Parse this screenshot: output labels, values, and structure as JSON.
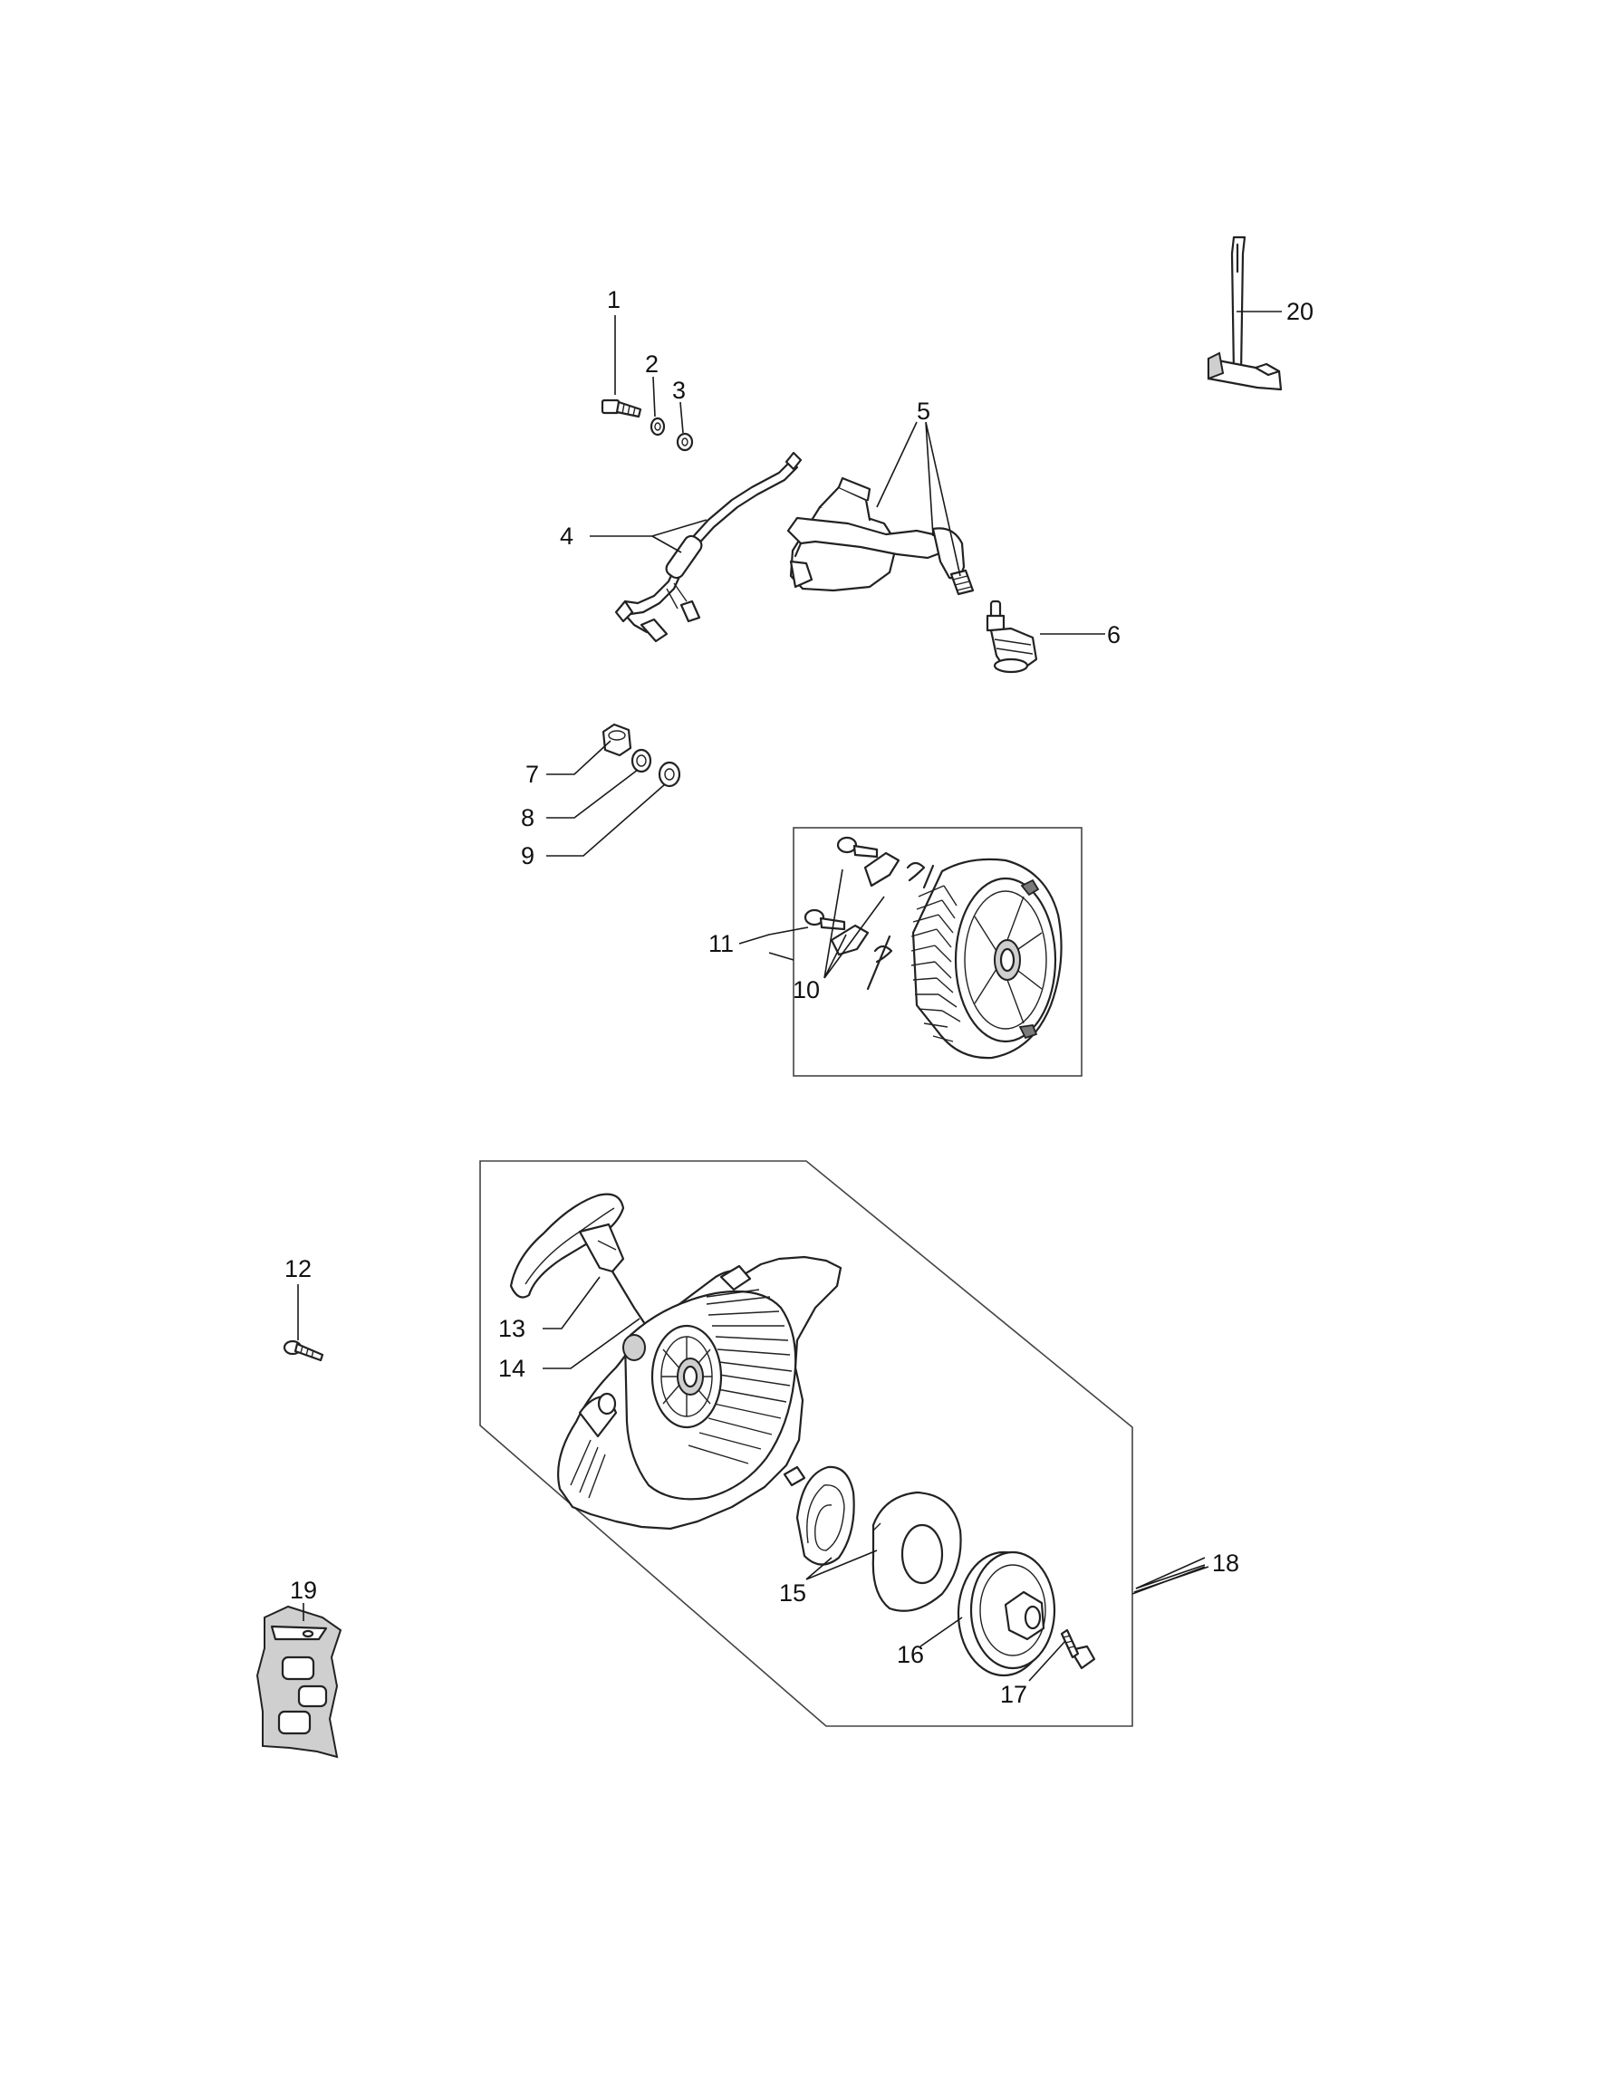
{
  "callouts": {
    "c1": "1",
    "c2": "2",
    "c3": "3",
    "c4": "4",
    "c5": "5",
    "c6": "6",
    "c7": "7",
    "c8": "8",
    "c9": "9",
    "c10": "10",
    "c11": "11",
    "c12": "12",
    "c13": "13",
    "c14": "14",
    "c15": "15",
    "c16": "16",
    "c17": "17",
    "c18": "18",
    "c19": "19",
    "c20": "20"
  },
  "parts": [
    {
      "ref": "1",
      "icon": "bolt-icon"
    },
    {
      "ref": "2",
      "icon": "washer-icon"
    },
    {
      "ref": "3",
      "icon": "lock-washer-icon"
    },
    {
      "ref": "4",
      "icon": "wire-harness-icon"
    },
    {
      "ref": "5",
      "icon": "ignition-coil-icon"
    },
    {
      "ref": "6",
      "icon": "spark-plug-icon"
    },
    {
      "ref": "7",
      "icon": "nut-icon"
    },
    {
      "ref": "8",
      "icon": "washer-icon"
    },
    {
      "ref": "9",
      "icon": "washer-icon"
    },
    {
      "ref": "10",
      "icon": "pawl-kit-icon"
    },
    {
      "ref": "11",
      "icon": "flywheel-icon"
    },
    {
      "ref": "12",
      "icon": "screw-icon"
    },
    {
      "ref": "13",
      "icon": "starter-handle-icon"
    },
    {
      "ref": "14",
      "icon": "starter-rope-icon"
    },
    {
      "ref": "15",
      "icon": "recoil-spring-icon"
    },
    {
      "ref": "16",
      "icon": "rope-pulley-icon"
    },
    {
      "ref": "17",
      "icon": "screw-icon"
    },
    {
      "ref": "18",
      "icon": "starter-assembly-icon"
    },
    {
      "ref": "19",
      "icon": "decal-icon"
    },
    {
      "ref": "20",
      "icon": "combination-wrench-icon"
    }
  ]
}
